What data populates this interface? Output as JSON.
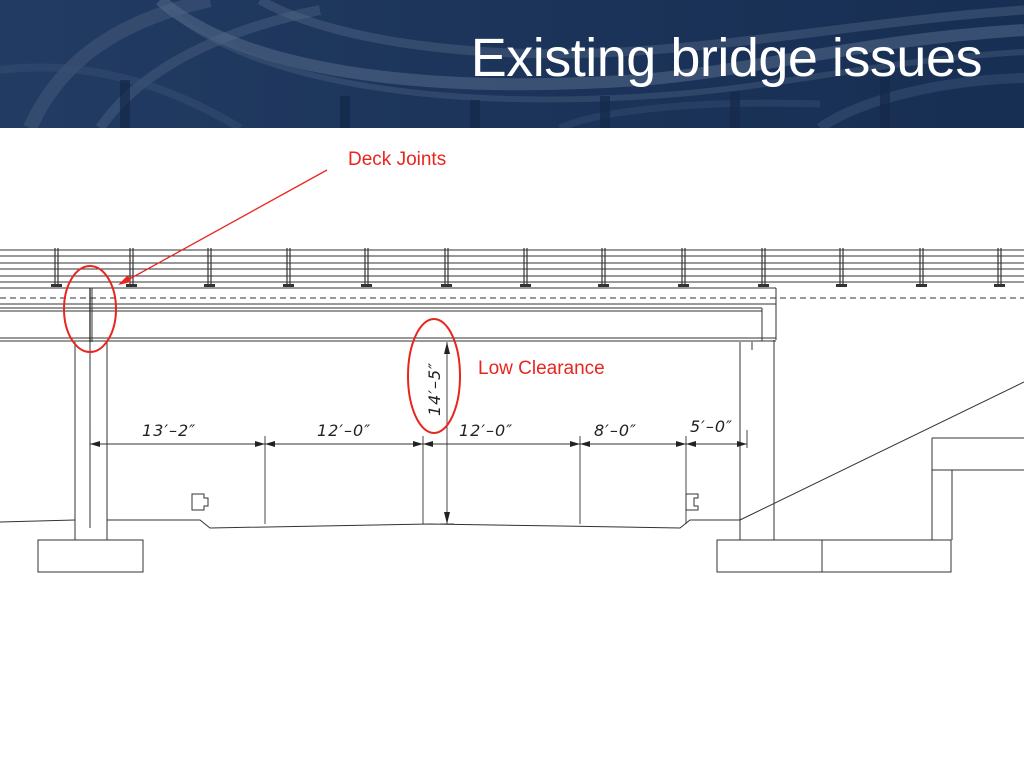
{
  "slide": {
    "title": "Existing bridge issues"
  },
  "annotations": {
    "deck_joints": "Deck Joints",
    "low_clearance": "Low Clearance"
  },
  "dimensions": {
    "span_1": "13′–2″",
    "span_2": "12′–0″",
    "span_3": "12′–0″",
    "span_4": "8′–0″",
    "span_5": "5′–0″",
    "clearance": "14′–5″"
  },
  "colors": {
    "header_bg": "#1b3358",
    "annotation_red": "#e8261f",
    "line": "#333333"
  }
}
